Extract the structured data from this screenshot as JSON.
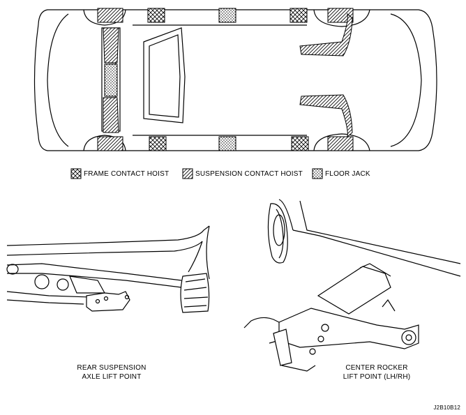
{
  "legend": {
    "frame": "FRAME CONTACT HOIST",
    "suspension": "SUSPENSION CONTACT HOIST",
    "jack": "FLOOR JACK"
  },
  "captions": {
    "rear_line1": "REAR SUSPENSION",
    "rear_line2": "AXLE LIFT POINT",
    "center_line1": "CENTER ROCKER",
    "center_line2": "LIFT POINT (LH/RH)"
  },
  "figure_code": "J2B10B12",
  "colors": {
    "ink": "#000000",
    "paper": "#ffffff"
  }
}
